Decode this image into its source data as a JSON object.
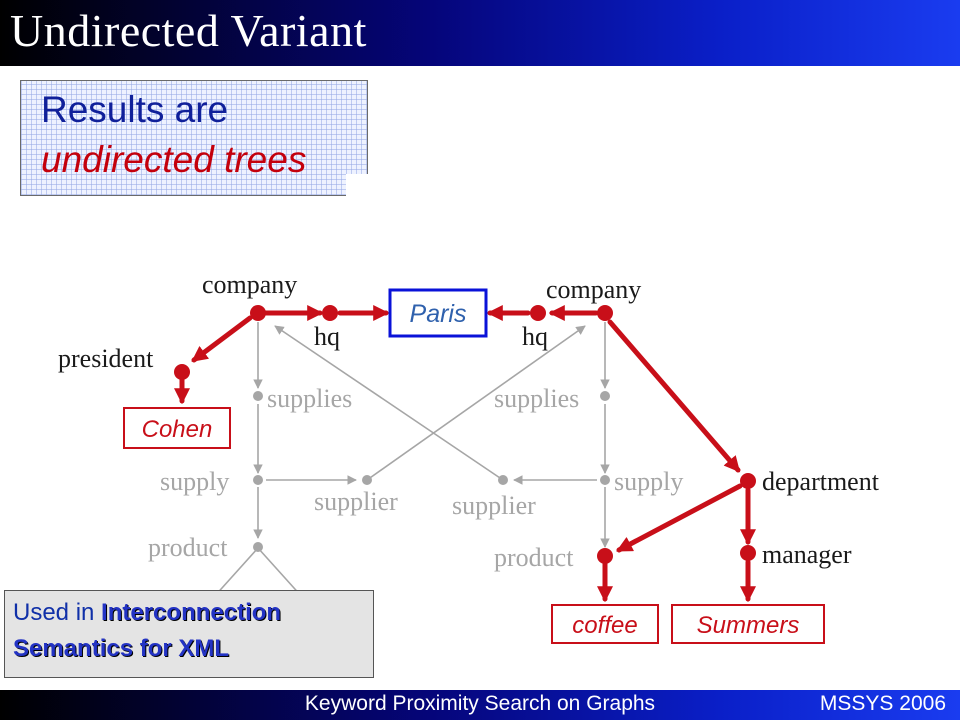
{
  "title": "Undirected Variant",
  "note": {
    "line1": "Results are",
    "line2": "undirected trees"
  },
  "graph": {
    "labels": {
      "company_left": "company",
      "company_right": "company",
      "hq_left": "hq",
      "hq_right": "hq",
      "president": "president",
      "supplies_left": "supplies",
      "supplies_right": "supplies",
      "supply_left": "supply",
      "supply_right": "supply",
      "supplier_left": "supplier",
      "supplier_right": "supplier",
      "product_left": "product",
      "product_right": "product",
      "department": "department",
      "manager": "manager"
    },
    "keywords": {
      "paris": "Paris",
      "cohen": "Cohen",
      "coffee": "coffee",
      "summers": "Summers"
    }
  },
  "info": {
    "used_in": "Used in",
    "bold1": "Interconnection",
    "bold2": "Semantics for XML"
  },
  "footer": {
    "center": "Keyword Proximity Search on Graphs",
    "right": "MSSYS 2006"
  },
  "colors": {
    "highlight": "#c80f19",
    "gray_edge": "#a6a6a6",
    "keyword_blue_box": "#0a12d8",
    "title_bar": "#0a1fc8"
  }
}
